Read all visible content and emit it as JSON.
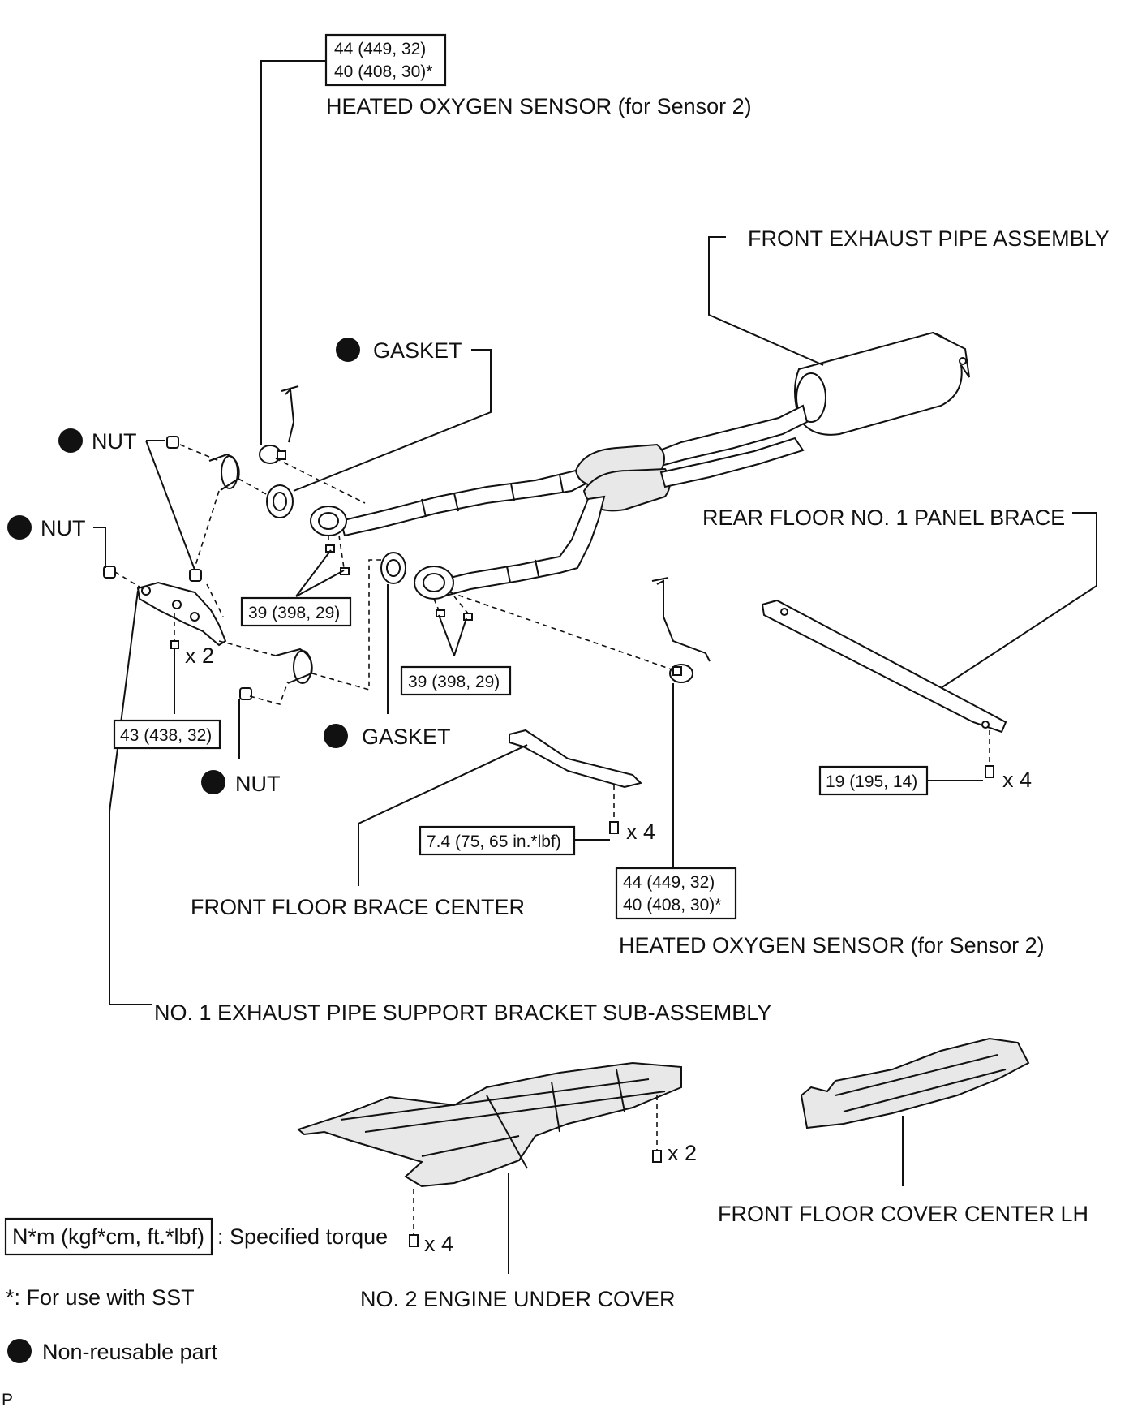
{
  "labels": {
    "ho2_top": "HEATED OXYGEN SENSOR (for Sensor 2)",
    "front_exhaust": "FRONT EXHAUST PIPE ASSEMBLY",
    "gasket_top": "GASKET",
    "nut_1": "NUT",
    "nut_2": "NUT",
    "rear_brace": "REAR FLOOR NO. 1 PANEL BRACE",
    "gasket_bottom": "GASKET",
    "nut_3": "NUT",
    "front_brace": "FRONT FLOOR BRACE CENTER",
    "ho2_bottom": "HEATED OXYGEN SENSOR (for Sensor 2)",
    "support_bracket": "NO. 1 EXHAUST PIPE SUPPORT BRACKET SUB-ASSEMBLY",
    "floor_cover": "FRONT FLOOR COVER CENTER LH",
    "engine_cover": "NO. 2 ENGINE UNDER COVER"
  },
  "torques": {
    "ho2_top_line1": "44 (449, 32)",
    "ho2_top_line2": "40 (408, 30)*",
    "left_flange": "39 (398, 29)",
    "right_flange": "39 (398, 29)",
    "bracket": "43 (438, 32)",
    "rear_brace": "19 (195, 14)",
    "front_brace": "7.4 (75, 65 in.*lbf)",
    "ho2_bottom_line1": "44 (449, 32)",
    "ho2_bottom_line2": "40 (408, 30)*"
  },
  "quantities": {
    "bracket_bolts": "x 2",
    "rear_brace_bolts": "x 4",
    "front_brace_bolts": "x 4",
    "engine_cover_right": "x 2",
    "engine_cover_front": "x 4"
  },
  "legend": {
    "torque_box": "N*m (kgf*cm, ft.*lbf)",
    "torque_text": ": Specified torque",
    "sst": "*: For use with SST",
    "non_reusable": "Non-reusable part"
  },
  "corner_mark": "P"
}
